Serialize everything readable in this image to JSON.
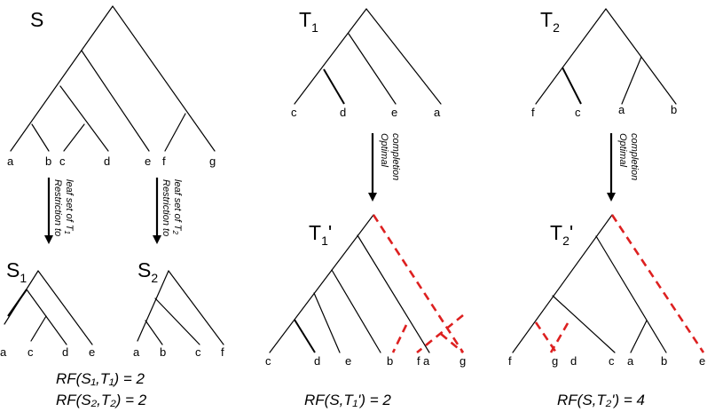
{
  "trees": {
    "S": {
      "title": "S",
      "leaves": [
        "a",
        "b",
        "c",
        "d",
        "e",
        "f",
        "g"
      ]
    },
    "T1": {
      "title": "T",
      "subscript": "1",
      "leaves": [
        "c",
        "d",
        "e",
        "a"
      ]
    },
    "T2": {
      "title": "T",
      "subscript": "2",
      "leaves": [
        "f",
        "c",
        "a",
        "b"
      ]
    },
    "S1": {
      "title": "S",
      "subscript": "1",
      "leaves": [
        "a",
        "c",
        "d",
        "e"
      ]
    },
    "S2": {
      "title": "S",
      "subscript": "2",
      "leaves": [
        "a",
        "b",
        "c",
        "f"
      ]
    },
    "T1p": {
      "title": "T",
      "subscript": "1",
      "prime": "'",
      "leaves": [
        "c",
        "d",
        "e",
        "b",
        "a",
        "f",
        "g"
      ]
    },
    "T2p": {
      "title": "T",
      "subscript": "2",
      "prime": "'",
      "leaves": [
        "f",
        "g",
        "d",
        "c",
        "a",
        "b",
        "e"
      ]
    }
  },
  "arrows": {
    "restriction_T1": {
      "line1": "Restriction to",
      "line2": "leaf set of T",
      "subscript": "1"
    },
    "restriction_T2": {
      "line1": "Restriction to",
      "line2": "leaf set of T",
      "subscript": "2"
    },
    "completion_T1": {
      "line1": "Optimal",
      "line2": "completion"
    },
    "completion_T2": {
      "line1": "Optimal",
      "line2": "completion"
    }
  },
  "formulas": {
    "rf_s1_t1": "RF(S₁,T₁) = 2",
    "rf_s2_t2": "RF(S₂,T₂) = 2",
    "rf_s_t1p": "RF(S,T₁') = 2",
    "rf_s_t2p": "RF(S,T₂') = 4"
  },
  "colors": {
    "edge": "#000000",
    "added_edge": "#dd2020"
  }
}
